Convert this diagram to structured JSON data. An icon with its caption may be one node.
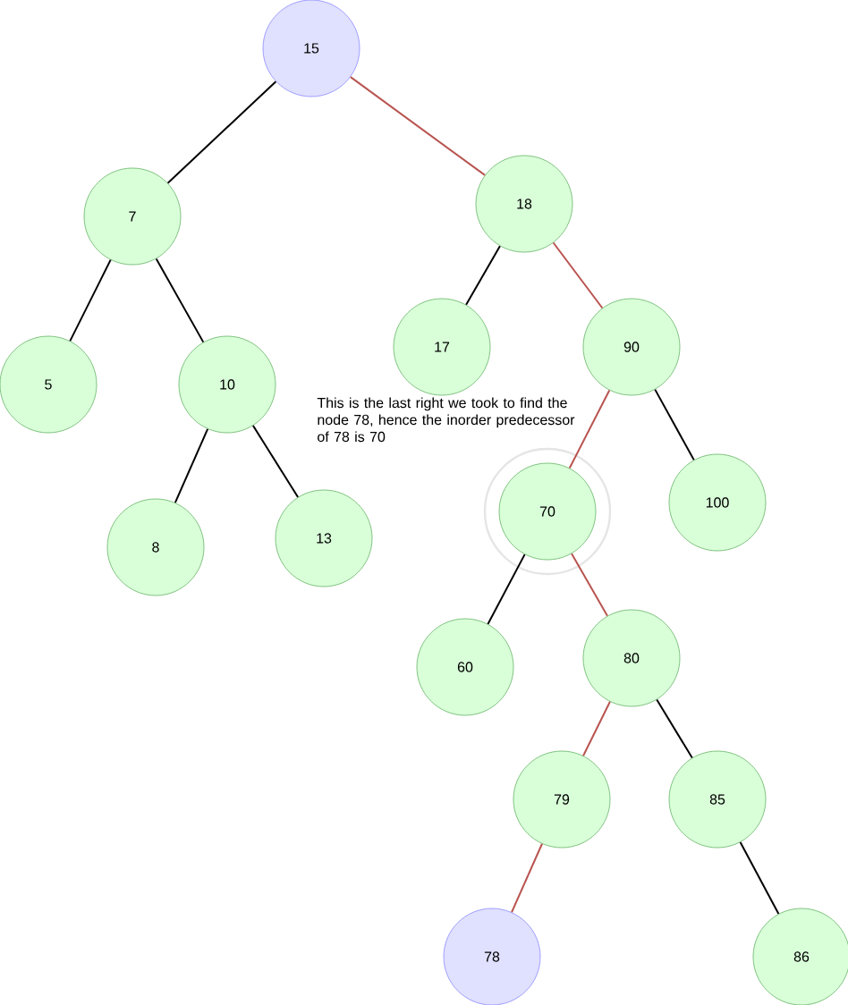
{
  "diagram": {
    "nodes": [
      {
        "text": [
          "15"
        ]
      },
      {
        "text": [
          "7"
        ]
      },
      {
        "text": [
          "18"
        ]
      },
      {
        "text": [
          "5"
        ]
      },
      {
        "text": [
          "10"
        ]
      },
      {
        "text": [
          "17"
        ]
      },
      {
        "text": [
          "90"
        ]
      },
      {
        "text": [
          "8"
        ]
      },
      {
        "text": [
          "13"
        ]
      },
      {
        "text": [
          "70"
        ]
      },
      {
        "text": [
          "100"
        ]
      },
      {
        "text": [
          "60"
        ]
      },
      {
        "text": [
          "80"
        ]
      },
      {
        "text": [
          "79"
        ]
      },
      {
        "text": [
          "85"
        ]
      },
      {
        "text": [
          "78"
        ]
      },
      {
        "text": [
          "86"
        ]
      }
    ],
    "edges": [
      {
        "from": 0,
        "to": 1,
        "arrow": "none"
      },
      {
        "from": 0,
        "to": 2,
        "arrow": "none",
        "color": "#b85450"
      },
      {
        "from": 1,
        "to": 3,
        "arrow": "none"
      },
      {
        "from": 1,
        "to": 4,
        "arrow": "none"
      },
      {
        "from": 2,
        "to": 5,
        "arrow": "none"
      },
      {
        "from": 2,
        "to": 6,
        "arrow": "none",
        "color": "#b85450"
      },
      {
        "from": 4,
        "to": 7,
        "arrow": "none"
      },
      {
        "from": 4,
        "to": 8,
        "arrow": "none"
      },
      {
        "from": 6,
        "to": 9,
        "arrow": "none",
        "color": "#b85450"
      },
      {
        "from": 6,
        "to": 10,
        "arrow": "none"
      },
      {
        "from": 9,
        "to": 11,
        "arrow": "none"
      },
      {
        "from": 9,
        "to": 12,
        "arrow": "none",
        "color": "#b85450"
      },
      {
        "from": 12,
        "to": 13,
        "arrow": "none",
        "color": "#b85450"
      },
      {
        "from": 12,
        "to": 14,
        "arrow": "none"
      },
      {
        "from": 13,
        "to": 15,
        "arrow": "none",
        "color": "#b85450"
      },
      {
        "from": 14,
        "to": 16,
        "arrow": "none"
      }
    ],
    "labels": [
      "This is the last right we took to find the node 78, hence the inorder predecessor of 78 is 70"
    ]
  }
}
